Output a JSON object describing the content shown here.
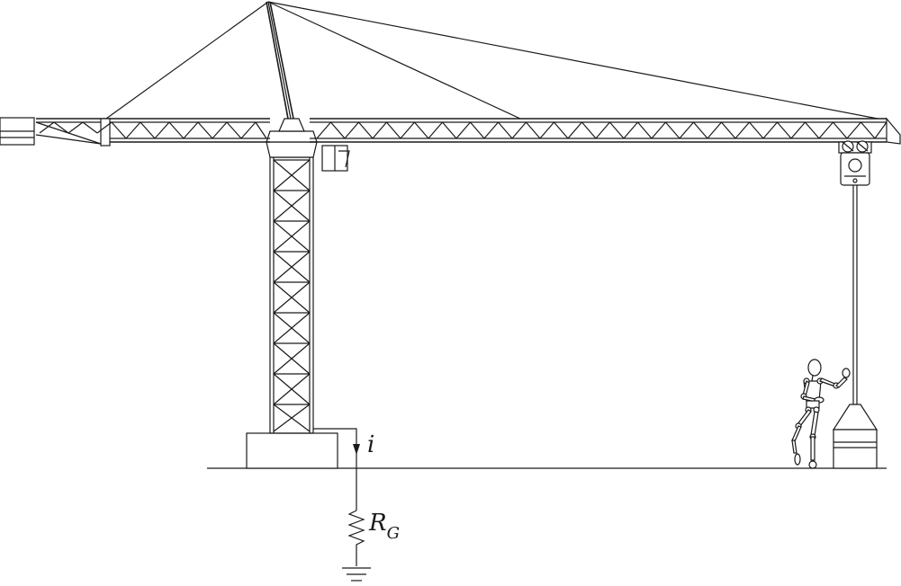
{
  "labels": {
    "current": "i",
    "resistor_main": "R",
    "resistor_sub": "G"
  },
  "colors": {
    "line": "#1a1a1a",
    "background": "#ffffff"
  }
}
